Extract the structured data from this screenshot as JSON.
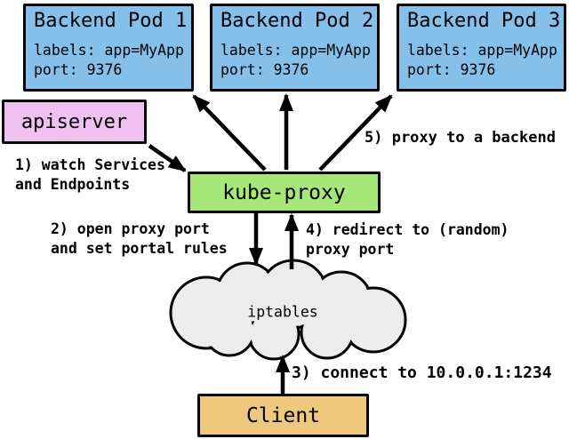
{
  "colors": {
    "pod_fill": "#85C0EB",
    "apiserver_fill": "#EEC1F1",
    "kube_proxy_fill": "#A7E77A",
    "cloud_fill": "#ECECEC",
    "client_fill": "#F0C87D",
    "border": "#000000",
    "arrow": "#000000"
  },
  "pods": [
    {
      "title": "Backend Pod 1",
      "labels_line": "labels: app=MyApp",
      "port_line": "port: 9376"
    },
    {
      "title": "Backend Pod 2",
      "labels_line": "labels: app=MyApp",
      "port_line": "port: 9376"
    },
    {
      "title": "Backend Pod 3",
      "labels_line": "labels: app=MyApp",
      "port_line": "port: 9376"
    }
  ],
  "nodes": {
    "apiserver": "apiserver",
    "kube_proxy": "kube-proxy",
    "iptables": "iptables",
    "client": "Client"
  },
  "steps": {
    "step1": {
      "line1": "1) watch Services",
      "line2": "and Endpoints"
    },
    "step2": {
      "line1": "2) open proxy port",
      "line2": "and set portal rules"
    },
    "step3": {
      "line1": "3) connect to 10.0.0.1:1234"
    },
    "step4": {
      "line1": "4) redirect to (random)",
      "line2": "proxy port"
    },
    "step5": {
      "line1": "5) proxy to a backend"
    }
  }
}
